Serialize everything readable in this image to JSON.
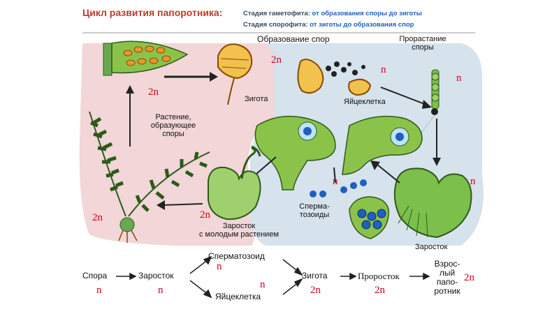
{
  "header": {
    "title": "Цикл развития папоротника:",
    "gametophyte_label": "Стадия гаметофита:",
    "gametophyte_range": "от образования споры до зиготы",
    "sporophyte_label": "Стадия спорофита:",
    "sporophyte_range": "от зиготы   до образования спор"
  },
  "labels": {
    "spore_formation": "Образование спор",
    "spore_germination_1": "Прорастание",
    "spore_germination_2": "споры",
    "zygote": "Зигота",
    "egg": "Яйцеклетка",
    "plant_1": "Растение,",
    "plant_2": "образующее",
    "plant_3": "споры",
    "sperm_1": "Сперма-",
    "sperm_2": "тозоиды",
    "prothallus_young_1": "Заросток",
    "prothallus_young_2": "с молодым растением",
    "prothallus": "Заросток"
  },
  "ploidy": {
    "leaf": "2n",
    "sporangium": "2n",
    "spores": "n",
    "germination": "n",
    "plant": "2n",
    "young": "2n",
    "gametophyte": "n",
    "gametes": "n"
  },
  "flow": {
    "spore": "Спора",
    "spore_n": "n",
    "prothallus": "Заросток",
    "prothallus_n": "n",
    "sperm": "Сперматозоид",
    "sperm_n": "n",
    "egg": "Яйцеклетка",
    "egg_n": "n",
    "zygote": "Зигота",
    "zygote_2n": "2n",
    "sprout": "Проросток",
    "sprout_2n": "2n",
    "adult_1": "Взрос-",
    "adult_2": "лый",
    "adult_3": "папо-",
    "adult_4": "ротник",
    "adult_2n": "2n"
  },
  "colors": {
    "sporophyte_bg": "#f2d6d8",
    "gametophyte_bg": "#d6e2ec",
    "title": "#c0392b",
    "ploidy": "#d0021b",
    "plant_green": "#4f8a2b",
    "sorus_orange": "#e8962e"
  }
}
